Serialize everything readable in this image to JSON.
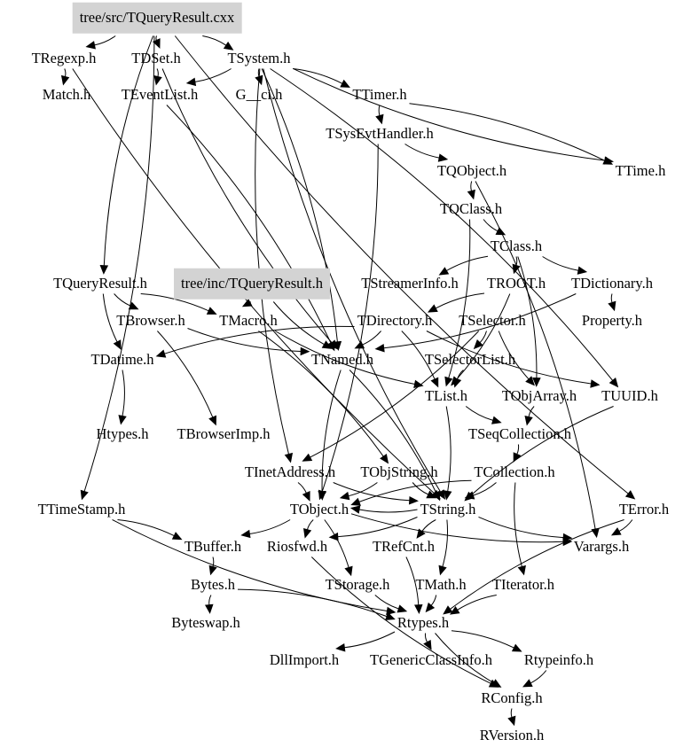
{
  "diagram": {
    "title": "Include dependency graph for tree/src/TQueryResult.cxx",
    "highlight_color": "#d3d3d3",
    "edge_color": "#000000",
    "nodes": [
      {
        "id": "root",
        "label": "tree/src/TQueryResult.cxx",
        "highlighted": true
      },
      {
        "id": "tregexp",
        "label": "TRegexp.h"
      },
      {
        "id": "tdset",
        "label": "TDSet.h"
      },
      {
        "id": "tsystem",
        "label": "TSystem.h"
      },
      {
        "id": "match",
        "label": "Match.h"
      },
      {
        "id": "teventlist",
        "label": "TEventList.h"
      },
      {
        "id": "gci",
        "label": "G__ci.h"
      },
      {
        "id": "ttimer",
        "label": "TTimer.h"
      },
      {
        "id": "tsysevthandler",
        "label": "TSysEvtHandler.h"
      },
      {
        "id": "tqobject",
        "label": "TQObject.h"
      },
      {
        "id": "ttime",
        "label": "TTime.h"
      },
      {
        "id": "tqclass",
        "label": "TQClass.h"
      },
      {
        "id": "tclass",
        "label": "TClass.h"
      },
      {
        "id": "tqueryresult",
        "label": "TQueryResult.h"
      },
      {
        "id": "incqueryresult",
        "label": "tree/inc/TQueryResult.h",
        "highlighted": true
      },
      {
        "id": "tstreamerinfo",
        "label": "TStreamerInfo.h"
      },
      {
        "id": "troot",
        "label": "TROOT.h"
      },
      {
        "id": "tdictionary",
        "label": "TDictionary.h"
      },
      {
        "id": "tbrowser",
        "label": "TBrowser.h"
      },
      {
        "id": "tmacro",
        "label": "TMacro.h"
      },
      {
        "id": "tdirectory",
        "label": "TDirectory.h"
      },
      {
        "id": "tselector",
        "label": "TSelector.h"
      },
      {
        "id": "property",
        "label": "Property.h"
      },
      {
        "id": "tdatime",
        "label": "TDatime.h"
      },
      {
        "id": "tnamed",
        "label": "TNamed.h"
      },
      {
        "id": "tselectorlist",
        "label": "TSelectorList.h"
      },
      {
        "id": "tlist",
        "label": "TList.h"
      },
      {
        "id": "tobjarray",
        "label": "TObjArray.h"
      },
      {
        "id": "tuuid",
        "label": "TUUID.h"
      },
      {
        "id": "htypes",
        "label": "Htypes.h"
      },
      {
        "id": "tbrowserimp",
        "label": "TBrowserImp.h"
      },
      {
        "id": "tseqcollection",
        "label": "TSeqCollection.h"
      },
      {
        "id": "tinetaddress",
        "label": "TInetAddress.h"
      },
      {
        "id": "tobjstring",
        "label": "TObjString.h"
      },
      {
        "id": "tcollection",
        "label": "TCollection.h"
      },
      {
        "id": "ttimestamp",
        "label": "TTimeStamp.h"
      },
      {
        "id": "tobject",
        "label": "TObject.h"
      },
      {
        "id": "tstring",
        "label": "TString.h"
      },
      {
        "id": "terror",
        "label": "TError.h"
      },
      {
        "id": "tbuffer",
        "label": "TBuffer.h"
      },
      {
        "id": "riosfwd",
        "label": "Riosfwd.h"
      },
      {
        "id": "trefcnt",
        "label": "TRefCnt.h"
      },
      {
        "id": "varargs",
        "label": "Varargs.h"
      },
      {
        "id": "bytes",
        "label": "Bytes.h"
      },
      {
        "id": "tstorage",
        "label": "TStorage.h"
      },
      {
        "id": "tmath",
        "label": "TMath.h"
      },
      {
        "id": "titerator",
        "label": "TIterator.h"
      },
      {
        "id": "byteswap",
        "label": "Byteswap.h"
      },
      {
        "id": "rtypes",
        "label": "Rtypes.h"
      },
      {
        "id": "dllimport",
        "label": "DllImport.h"
      },
      {
        "id": "tgenericclassinfo",
        "label": "TGenericClassInfo.h"
      },
      {
        "id": "rtypeinfo",
        "label": "Rtypeinfo.h"
      },
      {
        "id": "rconfig",
        "label": "RConfig.h"
      },
      {
        "id": "rversion",
        "label": "RVersion.h"
      }
    ],
    "edges": [
      [
        "root",
        "tregexp"
      ],
      [
        "root",
        "tdset"
      ],
      [
        "root",
        "tsystem"
      ],
      [
        "root",
        "tqueryresult"
      ],
      [
        "root",
        "ttimestamp"
      ],
      [
        "root",
        "terror"
      ],
      [
        "tregexp",
        "match"
      ],
      [
        "tregexp",
        "tstring"
      ],
      [
        "tdset",
        "teventlist"
      ],
      [
        "tdset",
        "tnamed"
      ],
      [
        "tsystem",
        "teventlist"
      ],
      [
        "tsystem",
        "gci"
      ],
      [
        "tsystem",
        "ttimer"
      ],
      [
        "tsystem",
        "tinetaddress"
      ],
      [
        "tsystem",
        "tnamed"
      ],
      [
        "tsystem",
        "tstring"
      ],
      [
        "tsystem",
        "tuuid"
      ],
      [
        "tsystem",
        "ttime"
      ],
      [
        "teventlist",
        "tnamed"
      ],
      [
        "ttimer",
        "tsysevthandler"
      ],
      [
        "ttimer",
        "ttime"
      ],
      [
        "tsysevthandler",
        "tqobject"
      ],
      [
        "tsysevthandler",
        "tobject"
      ],
      [
        "tqobject",
        "tqclass"
      ],
      [
        "tqobject",
        "varargs"
      ],
      [
        "tqclass",
        "tclass"
      ],
      [
        "tqclass",
        "tlist"
      ],
      [
        "tclass",
        "tstreamerinfo"
      ],
      [
        "tclass",
        "troot"
      ],
      [
        "tclass",
        "tdictionary"
      ],
      [
        "tclass",
        "tobjarray"
      ],
      [
        "tdictionary",
        "property"
      ],
      [
        "tdictionary",
        "tnamed"
      ],
      [
        "troot",
        "tdirectory"
      ],
      [
        "troot",
        "tlist"
      ],
      [
        "tqueryresult",
        "tbrowser"
      ],
      [
        "tqueryresult",
        "tmacro"
      ],
      [
        "tqueryresult",
        "tdatime"
      ],
      [
        "incqueryresult",
        "tmacro"
      ],
      [
        "incqueryresult",
        "tnamed"
      ],
      [
        "tbrowser",
        "tbrowserimp"
      ],
      [
        "tbrowser",
        "tnamed"
      ],
      [
        "tmacro",
        "tobjstring"
      ],
      [
        "tmacro",
        "tlist"
      ],
      [
        "tdirectory",
        "tnamed"
      ],
      [
        "tdirectory",
        "tdatime"
      ],
      [
        "tdirectory",
        "tlist"
      ],
      [
        "tdirectory",
        "tuuid"
      ],
      [
        "tselector",
        "tselectorlist"
      ],
      [
        "tselector",
        "tobjarray"
      ],
      [
        "tselector",
        "tinetaddress"
      ],
      [
        "tselectorlist",
        "tlist"
      ],
      [
        "tdatime",
        "htypes"
      ],
      [
        "tnamed",
        "tobject"
      ],
      [
        "tnamed",
        "tstring"
      ],
      [
        "tlist",
        "tseqcollection"
      ],
      [
        "tlist",
        "tstring"
      ],
      [
        "tobjarray",
        "tseqcollection"
      ],
      [
        "tseqcollection",
        "tcollection"
      ],
      [
        "tcollection",
        "tobject"
      ],
      [
        "tcollection",
        "tstring"
      ],
      [
        "tcollection",
        "titerator"
      ],
      [
        "tinetaddress",
        "tobject"
      ],
      [
        "tinetaddress",
        "tstring"
      ],
      [
        "tobjstring",
        "tobject"
      ],
      [
        "tobjstring",
        "tstring"
      ],
      [
        "tobject",
        "tbuffer"
      ],
      [
        "tobject",
        "riosfwd"
      ],
      [
        "tobject",
        "tstorage"
      ],
      [
        "tobject",
        "varargs"
      ],
      [
        "tstring",
        "tobject"
      ],
      [
        "tstring",
        "trefcnt"
      ],
      [
        "tstring",
        "tmath"
      ],
      [
        "tstring",
        "varargs"
      ],
      [
        "tstring",
        "riosfwd"
      ],
      [
        "tuuid",
        "tstring"
      ],
      [
        "terror",
        "varargs"
      ],
      [
        "terror",
        "rtypes"
      ],
      [
        "ttimestamp",
        "tbuffer"
      ],
      [
        "ttimestamp",
        "rtypes"
      ],
      [
        "tbuffer",
        "bytes"
      ],
      [
        "bytes",
        "byteswap"
      ],
      [
        "bytes",
        "rtypes"
      ],
      [
        "riosfwd",
        "rconfig"
      ],
      [
        "trefcnt",
        "rtypes"
      ],
      [
        "tstorage",
        "rtypes"
      ],
      [
        "tmath",
        "rtypes"
      ],
      [
        "titerator",
        "rtypes"
      ],
      [
        "rtypes",
        "dllimport"
      ],
      [
        "rtypes",
        "tgenericclassinfo"
      ],
      [
        "rtypes",
        "rtypeinfo"
      ],
      [
        "rtypes",
        "rconfig"
      ],
      [
        "rtypeinfo",
        "rconfig"
      ],
      [
        "rconfig",
        "rversion"
      ]
    ]
  }
}
